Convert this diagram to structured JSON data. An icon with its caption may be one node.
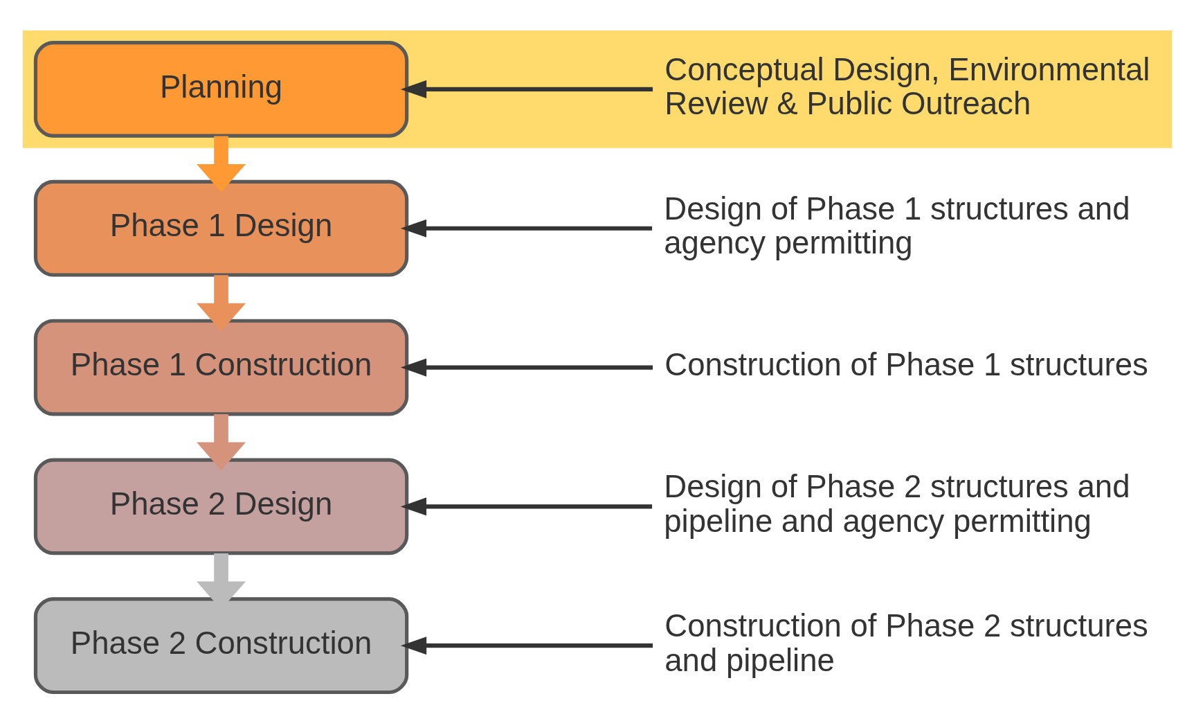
{
  "diagram": {
    "nodes": [
      {
        "text": [],
        "shape": "band"
      },
      {
        "text": [
          "Planning"
        ],
        "in": 0
      },
      {
        "text": [
          "Conceptual Design, Environmental Review & Public Outreach"
        ],
        "in": 0
      },
      {
        "text": [
          "Phase 1 Design"
        ]
      },
      {
        "text": [
          "Design of Phase 1 structures and agency permitting"
        ]
      },
      {
        "text": [
          "Phase 1 Construction"
        ]
      },
      {
        "text": [
          "Construction of Phase 1 structures"
        ]
      },
      {
        "text": [
          "Phase 2 Design"
        ]
      },
      {
        "text": [
          "Design of Phase 2 structures and pipeline and agency permitting"
        ]
      },
      {
        "text": [
          "Phase 2 Construction"
        ]
      },
      {
        "text": [
          "Construction of Phase 2 structures and pipeline"
        ]
      }
    ],
    "edges": [
      {
        "from": 2,
        "to": 1,
        "arrow": "to"
      },
      {
        "from": 1,
        "to": 3,
        "arrow": "to",
        "style": "thick",
        "color": "#ff9933"
      },
      {
        "from": 4,
        "to": 3,
        "arrow": "to"
      },
      {
        "from": 3,
        "to": 5,
        "arrow": "to",
        "style": "thick",
        "color": "#e8915a"
      },
      {
        "from": 6,
        "to": 5,
        "arrow": "to"
      },
      {
        "from": 5,
        "to": 7,
        "arrow": "to",
        "style": "thick",
        "color": "#d6937c"
      },
      {
        "from": 8,
        "to": 7,
        "arrow": "to"
      },
      {
        "from": 7,
        "to": 9,
        "arrow": "to",
        "style": "thick",
        "color": "#bbbbbb"
      },
      {
        "from": 10,
        "to": 9,
        "arrow": "to"
      }
    ]
  }
}
